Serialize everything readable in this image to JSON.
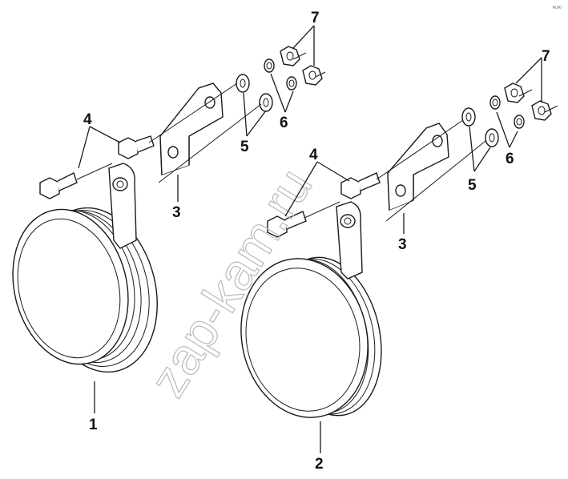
{
  "callouts": {
    "horn_left": "1",
    "horn_right": "2",
    "bracket_left": "3",
    "bracket_right": "3",
    "bolt_left": "4",
    "bolt_right": "4",
    "washer_flat_left": "5",
    "washer_flat_right": "5",
    "washer_spring_left": "6",
    "washer_spring_right": "6",
    "nut_left": "7",
    "nut_right": "7"
  },
  "watermark": "zap-kam.ru",
  "corner_mark": "ᴿᴸᴼᴼ",
  "colors": {
    "line": "#1a1a1a",
    "watermark": "#b9b9b9"
  }
}
